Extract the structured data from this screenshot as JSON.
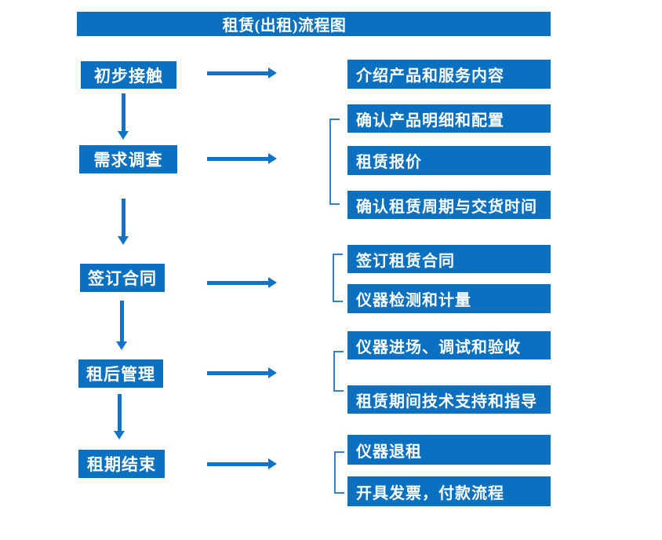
{
  "title": "租赁(出租)流程图",
  "colors": {
    "box_blue": "#0a70bf",
    "arrow_blue": "#1173c8",
    "bracket_blue": "#3a7fc6",
    "text_white": "#ffffff",
    "background": "#ffffff"
  },
  "flow": [
    {
      "step": "初步接触",
      "outputs": [
        "介绍产品和服务内容"
      ]
    },
    {
      "step": "需求调查",
      "outputs": [
        "确认产品明细和配置",
        "租赁报价",
        "确认租赁周期与交货时间"
      ]
    },
    {
      "step": "签订合同",
      "outputs": [
        "签订租赁合同",
        "仪器检测和计量"
      ]
    },
    {
      "step": "租后管理",
      "outputs": [
        "仪器进场、调试和验收",
        "租赁期间技术支持和指导"
      ]
    },
    {
      "step": "租期结束",
      "outputs": [
        "仪器退租",
        "开具发票，付款流程"
      ]
    }
  ]
}
